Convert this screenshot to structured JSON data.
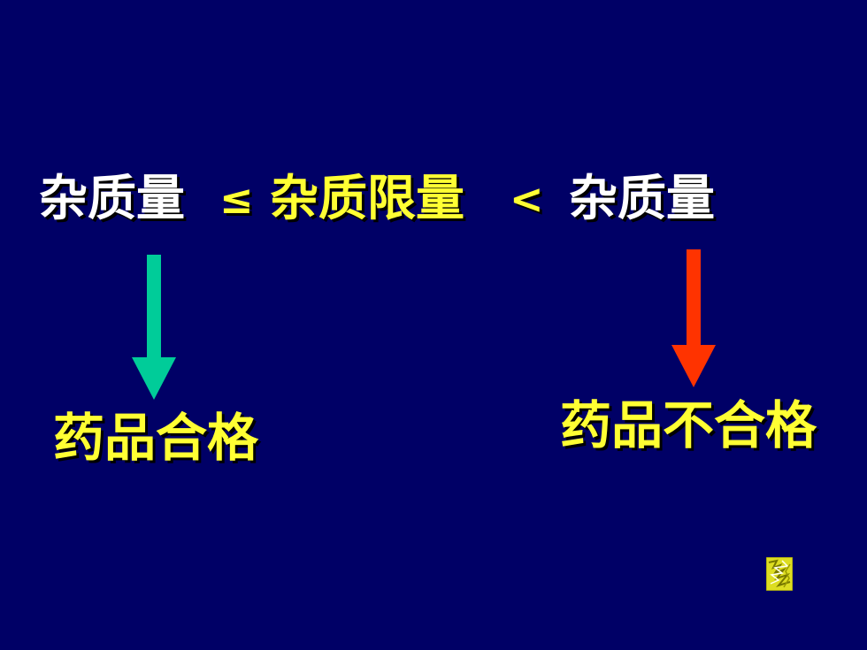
{
  "slide": {
    "formula": {
      "left_term": "杂质量",
      "operator_le": "≤",
      "middle_term": "杂质限量",
      "operator_lt": "<",
      "right_term": "杂质量"
    },
    "results": {
      "pass_label": "药品合格",
      "fail_label": "药品不合格"
    },
    "colors": {
      "background": "#000066",
      "white_text": "#ffffff",
      "highlight_text": "#ffff33",
      "pass_arrow": "#00cc99",
      "fail_arrow": "#ff3300"
    },
    "icons": {
      "pass_arrow": "arrow-down-icon",
      "fail_arrow": "arrow-down-icon",
      "nav": "decorative-action-button"
    }
  }
}
